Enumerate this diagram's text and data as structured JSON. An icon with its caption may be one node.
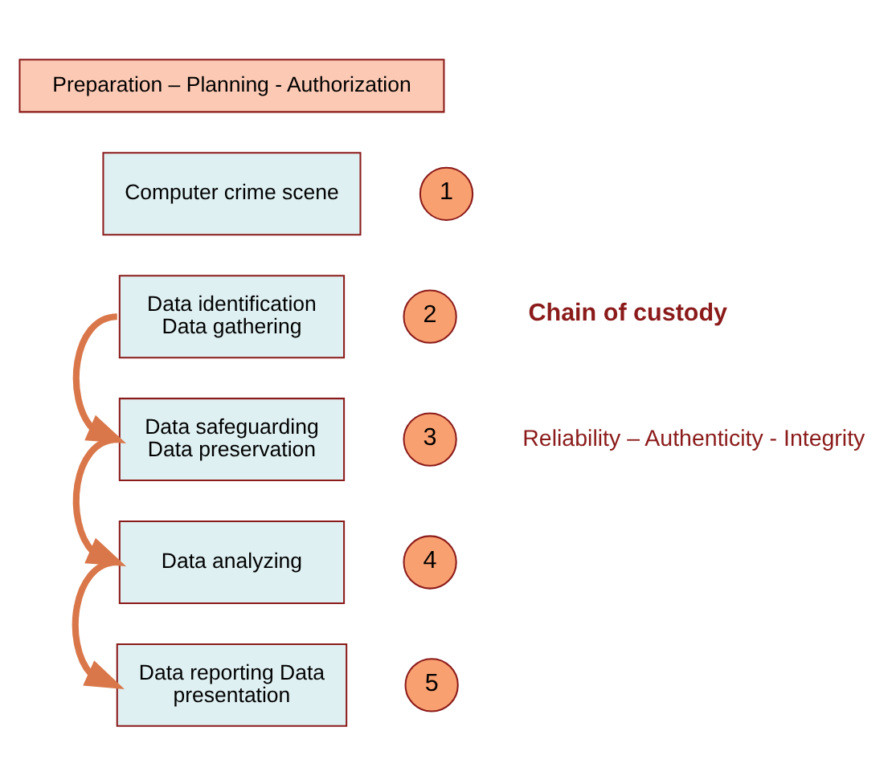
{
  "diagram": {
    "nodes": [
      {
        "text": [
          "Preparation – Planning - Authorization"
        ]
      },
      {
        "text": [
          "Computer crime scene"
        ]
      },
      {
        "text": [
          "1"
        ]
      },
      {
        "text": [
          "Data identification Data gathering"
        ]
      },
      {
        "text": [
          "2"
        ]
      },
      {
        "text": [
          "Data safeguarding Data preservation"
        ]
      },
      {
        "text": [
          "3"
        ]
      },
      {
        "text": [
          "Data analyzing"
        ]
      },
      {
        "text": [
          "4"
        ]
      },
      {
        "text": [
          "Data reporting Data presentation"
        ]
      },
      {
        "text": [
          "5"
        ]
      }
    ],
    "edges": [
      {
        "from": 3,
        "to": 5,
        "arrow": "to"
      },
      {
        "from": 5,
        "to": 7,
        "arrow": "to"
      },
      {
        "from": 7,
        "to": 9,
        "arrow": "to"
      }
    ],
    "labels": [
      "Chain of custody",
      "Reliability – Authenticity - Integrity"
    ]
  }
}
